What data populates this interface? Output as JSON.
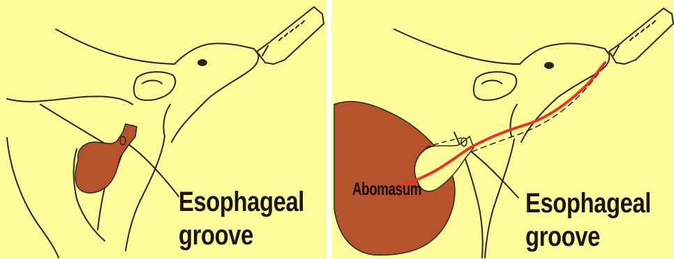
{
  "colors": {
    "background": "#fefc9a",
    "outline": "#2a2418",
    "organ": "#b5542c",
    "groove_path": "#e8322a"
  },
  "panels": [
    {
      "labels": {
        "groove_line1": "Esophageal",
        "groove_line2": "groove"
      }
    },
    {
      "labels": {
        "abomasum": "Abomasum",
        "groove_line1": "Esophageal",
        "groove_line2": "groove"
      }
    }
  ]
}
